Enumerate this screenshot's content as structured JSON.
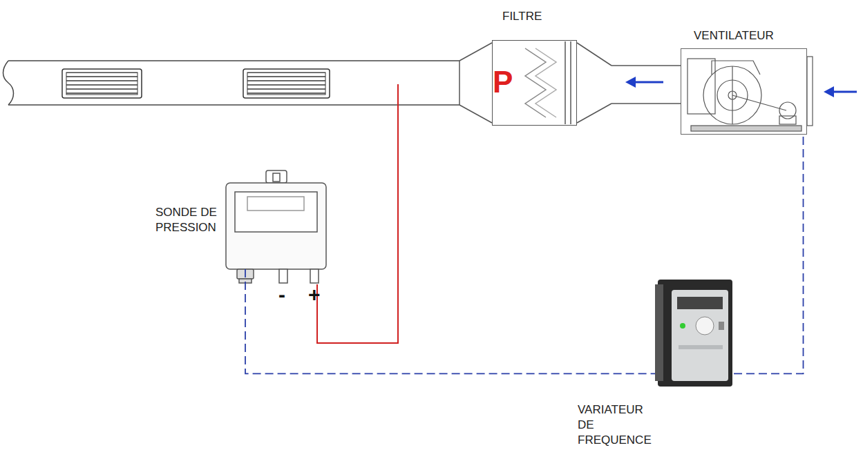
{
  "diagram": {
    "nodes": [
      {
        "text": [
          "FILTRE",
          "P"
        ]
      },
      {
        "text": [
          "VENTILATEUR"
        ]
      },
      {
        "text": [
          "SONDE DE PRESSION"
        ]
      },
      {
        "text": [
          "VARIATEUR DE FREQUENCE"
        ]
      }
    ],
    "edges": [
      {
        "from": 2,
        "to": 3,
        "arrow": "none"
      },
      {
        "from": 3,
        "to": 1,
        "arrow": "none"
      }
    ],
    "labels": [
      "-",
      "+"
    ]
  }
}
